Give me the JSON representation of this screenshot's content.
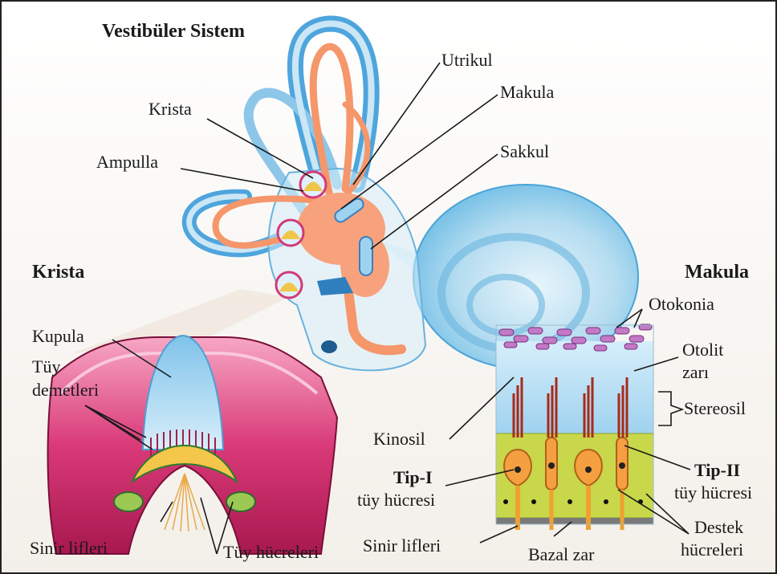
{
  "titles": {
    "vestibular": "Vestibüler Sistem",
    "crista": "Krista",
    "macula": "Makula"
  },
  "labels": {
    "utrikul": "Utrikul",
    "makula": "Makula",
    "krista": "Krista",
    "sakkul": "Sakkul",
    "ampulla": "Ampulla",
    "kupula": "Kupula",
    "tuy_demetleri_1": "Tüy",
    "tuy_demetleri_2": "demetleri",
    "sinir_lifleri_left": "Sinir lifleri",
    "tuy_hucreleri": "Tüy hücreleri",
    "otokonia": "Otokonia",
    "otolit_1": "Otolit",
    "otolit_2": "zarı",
    "stereosil": "Stereosil",
    "kinosil": "Kinosil",
    "tip1_1": "Tip-I",
    "tip1_2": "tüy hücresi",
    "tip2_1": "Tip-II",
    "tip2_2": "tüy hücresi",
    "sinir_lifleri_right": "Sinir lifleri",
    "bazal_zar": "Bazal zar",
    "destek_1": "Destek",
    "destek_2": "hücreleri"
  },
  "colors": {
    "canal_blue": "#5aaee0",
    "duct_orange": "#f5966b",
    "crista_pink": "#d5306e",
    "cupula_blue": "#a9d8f2",
    "otoconia_purple": "#b06ab0",
    "supporting_green": "#c8d84a",
    "hair_cell_orange": "#f5a040"
  }
}
